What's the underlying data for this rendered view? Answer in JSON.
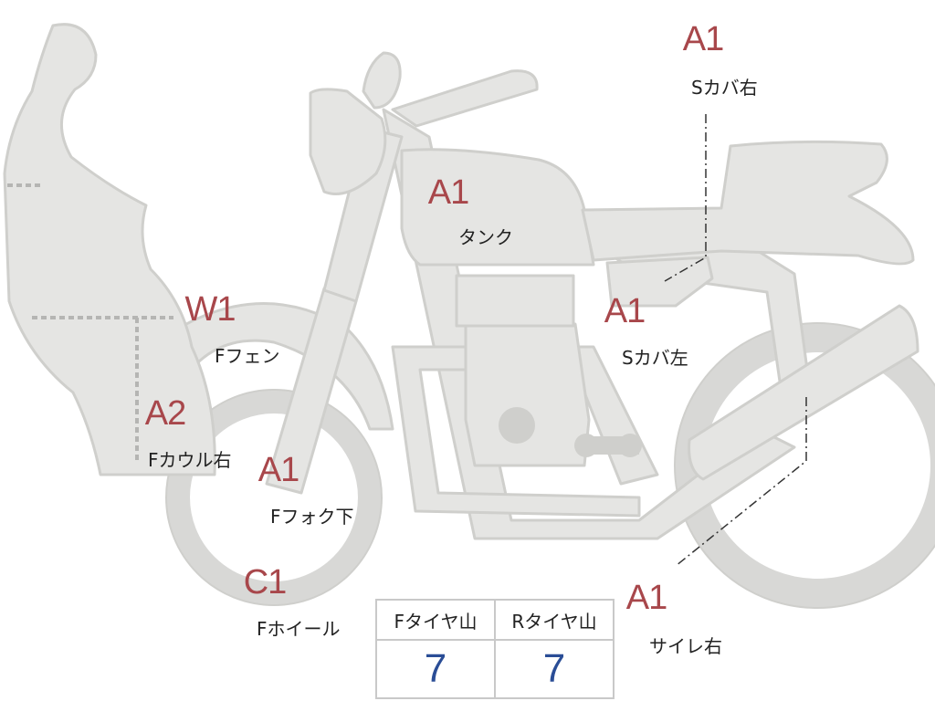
{
  "colors": {
    "body_fill": "#e5e5e3",
    "body_stroke": "#cfcfcc",
    "grade_text": "#a8474b",
    "tread_value_text": "#2a4d96"
  },
  "inspection_points": [
    {
      "grade": "A1",
      "part": "Sカバ右"
    },
    {
      "grade": "A1",
      "part": "タンク"
    },
    {
      "grade": "W1",
      "part": "Fフェン"
    },
    {
      "grade": "A1",
      "part": "Sカバ左"
    },
    {
      "grade": "A2",
      "part": "Fカウル右"
    },
    {
      "grade": "A1",
      "part": "Fフォク下"
    },
    {
      "grade": "C1",
      "part": "Fホイール"
    },
    {
      "grade": "A1",
      "part": "サイレ右"
    }
  ],
  "tread_table": {
    "front_label": "Fタイヤ山",
    "rear_label": "Rタイヤ山",
    "front_value": "7",
    "rear_value": "7"
  }
}
